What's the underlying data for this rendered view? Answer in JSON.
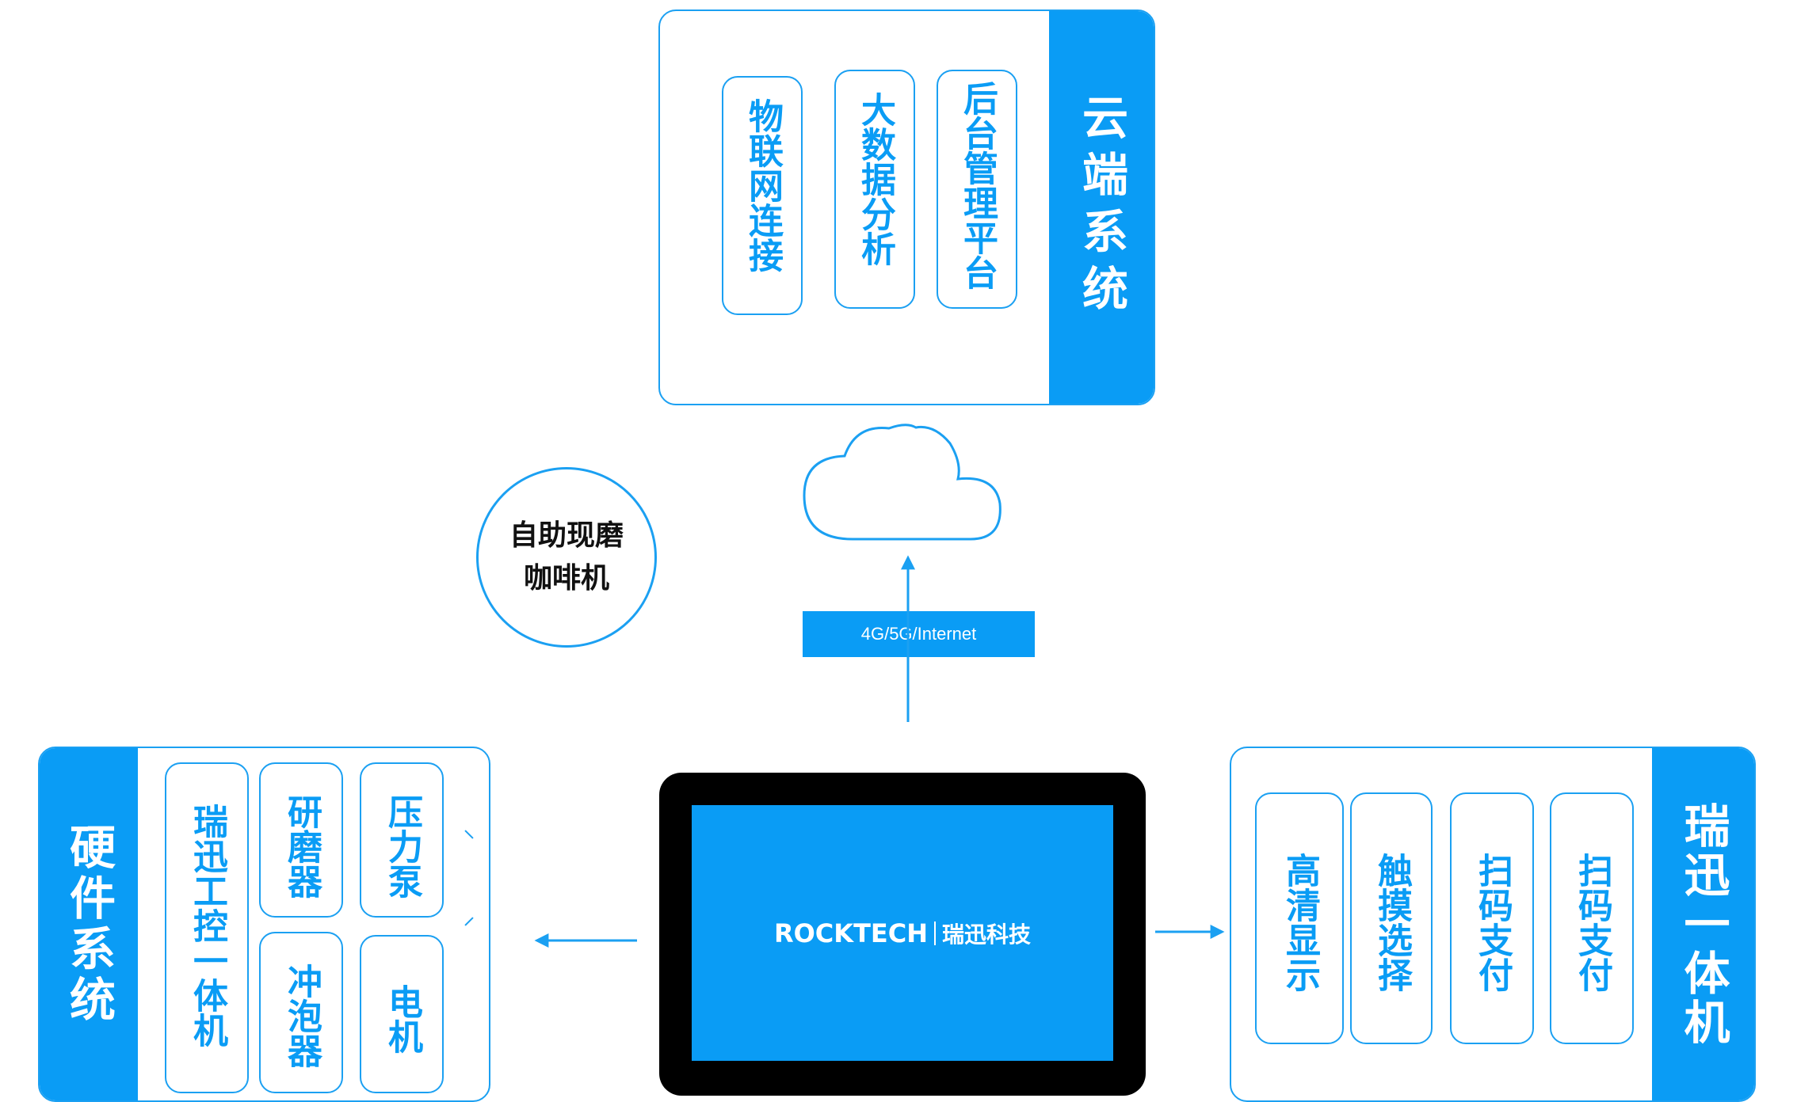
{
  "cloud_system": {
    "title": "云端系统",
    "items": [
      "物联网连接",
      "大数据分析",
      "后台管理平台"
    ]
  },
  "coffee_machine": {
    "line1": "自助现磨",
    "line2": "咖啡机"
  },
  "network": {
    "label": "4G/5G/Internet"
  },
  "device": {
    "brand_en": "ROCKTECH",
    "brand_cn": "瑞迅科技"
  },
  "hardware_system": {
    "title": "硬件系统",
    "items": [
      "瑞迅工控一体机",
      "研磨器",
      "压力泵",
      "冲泡器",
      "电机"
    ]
  },
  "rocktech_panel": {
    "title": "瑞迅一体机",
    "items": [
      "高清显示",
      "触摸选择",
      "扫码支付",
      "扫码支付"
    ]
  },
  "colors": {
    "accent": "#0a9cf5",
    "border": "#1ba0f2",
    "device_frame": "#000000"
  }
}
